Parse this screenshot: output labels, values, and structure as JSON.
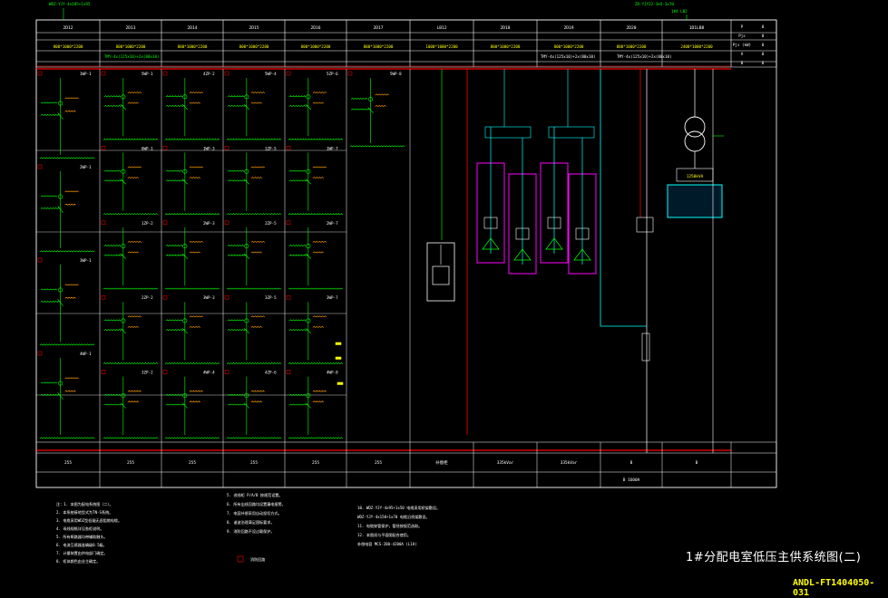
{
  "header": {
    "top_left_note": "WDZ-YJY-4x185+1x95",
    "top_right_note": "ZR-YJY22-1kV-3x70",
    "top_right_note2": "1#4 LB2",
    "right_labels": [
      "P",
      "Pjs",
      "Pjs (kW)",
      "A",
      "B"
    ],
    "right_values": [
      "0",
      "0",
      "0",
      "0",
      "0"
    ]
  },
  "panels": [
    {
      "id": "2D12",
      "size": "800*1000*2200"
    },
    {
      "id": "2D13",
      "size": "800*1000*2200"
    },
    {
      "id": "2D14",
      "size": "800*1000*2200"
    },
    {
      "id": "2D15",
      "size": "800*1000*2200"
    },
    {
      "id": "2D16",
      "size": "800*1000*2200"
    },
    {
      "id": "2D17",
      "size": "800*1000*2200"
    },
    {
      "id": "LB12",
      "size": "1000*1000*2200"
    },
    {
      "id": "2D18",
      "size": "800*1000*2200"
    },
    {
      "id": "2D19",
      "size": "800*1000*2200"
    },
    {
      "id": "2D20",
      "size": "800*1000*2200"
    },
    {
      "id": "1D1LB8",
      "size": "2400*1000*2200"
    }
  ],
  "busbar_labels": [
    "TMY-4x(125x10)+2x(80x10)",
    "TMY-4x(125x10)+2x(80x10)",
    "TMY-4x(125x10)+2x(80x10)"
  ],
  "feeder_tags": [
    "1WP-1",
    "2WP-1",
    "3WP-1",
    "4WP-1",
    "5WP-1",
    "6WP-1",
    "1ZP-2",
    "2ZP-2",
    "3ZP-2",
    "4ZP-2",
    "1WP-3",
    "2WP-3",
    "3WP-3",
    "4WP-4",
    "5WP-4",
    "1ZP-5",
    "2ZP-5",
    "3ZP-5",
    "4ZP-6",
    "5ZP-6",
    "1WP-7",
    "2WP-7",
    "3WP-7",
    "4WP-8",
    "5WP-8"
  ],
  "bottom_row1": [
    "255",
    "255",
    "255",
    "255",
    "255",
    "255",
    "补偿柜",
    "335kVar",
    "335kVar",
    "B",
    "B"
  ],
  "bottom_row2": [
    "",
    "",
    "",
    "",
    "",
    "",
    "",
    "",
    "",
    "B 1600A",
    ""
  ],
  "transformer_label": "1250kVA",
  "notes": {
    "col1": [
      "注：1. 本图为配电系统图（二）。",
      "2. 本系统接地型式为TN-S系统。",
      "3. 电缆采用WDZ型低烟无卤阻燃电缆。",
      "4. 母线规格详见各柜说明。",
      "5. 所有断路器均带辅助触头。",
      "6. 电流互感器准确级0.5级。",
      "7. 计量装置由供电部门确定。",
      "8. 柜体颜色由业主确定。"
    ],
    "col2": [
      "5. 进线柜 P/A/B 按规范设置。",
      "6. 所有出线回路均设置漏电报警。",
      "7. 电容补偿采用自动投切方式。",
      "8. 谐波治理满足国标要求。",
      "9. 消防回路不设过载保护。"
    ],
    "col3": [
      "10. WDZ-YJY-4x95+1x50 电缆采用桥架敷设。",
      "WDZ-YJY-4x150+1x70 电缆沿桥架敷设。",
      "11. 电缆穿管保护，管径按规范选取。",
      "12. 本图须与平面图配合使用。",
      "补偿电容 MCS-200-4200A (L1H)"
    ],
    "legend_label": "消防回路"
  },
  "title_block": {
    "drawing_title": "1#分配电室低压主供系统图(二)",
    "drawing_number": "ANDL-FT1404050-031"
  },
  "colors": {
    "frame": "#ffffff",
    "wire_cyan": "#00ffff",
    "wire_green": "#00ff00",
    "wire_red": "#ff0000",
    "wire_magenta": "#ff00ff",
    "text_yellow": "#ffff00",
    "text_orange": "#ff9900"
  }
}
